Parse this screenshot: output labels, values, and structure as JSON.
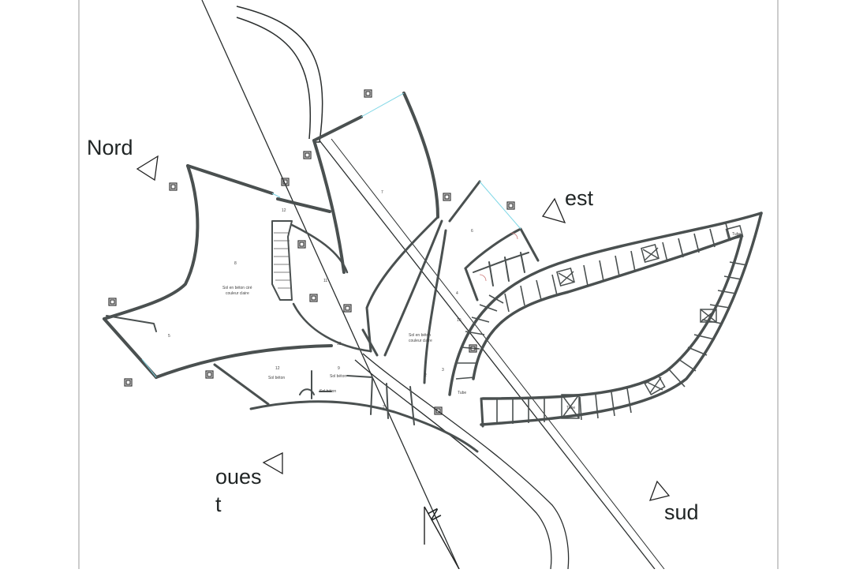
{
  "directions": {
    "nord": "Nord",
    "est": "est",
    "ouest_line1": "oues",
    "ouest_line2": "t",
    "sud": "sud",
    "north_arrow": "N"
  },
  "room_labels": {
    "r7": "7",
    "r6": "6",
    "r8": "8",
    "r12a": "12",
    "r11": "11",
    "r12b": "12",
    "r4": "4",
    "r3": "3",
    "r2a": "2",
    "r2b": "2",
    "r5": "5",
    "r12c": "12",
    "r9": "9",
    "r10": "10"
  },
  "floor_notes": {
    "left_main_1": "Sol en béton ciré",
    "left_main_2": "couleur claire",
    "center_1": "Sol en béton",
    "center_2": "couleur claire",
    "sol_beton_a": "Sol béton",
    "sol_beton_b": "Sol béton",
    "sol_beton_c": "Sol béton",
    "stair_a": "Tube",
    "stair_b": "Tube",
    "stair_c": "Tube"
  },
  "colors": {
    "wall": "#4a5050",
    "line": "#2a2e2e",
    "accent_cyan": "#7fd7e6",
    "background": "#ffffff"
  }
}
